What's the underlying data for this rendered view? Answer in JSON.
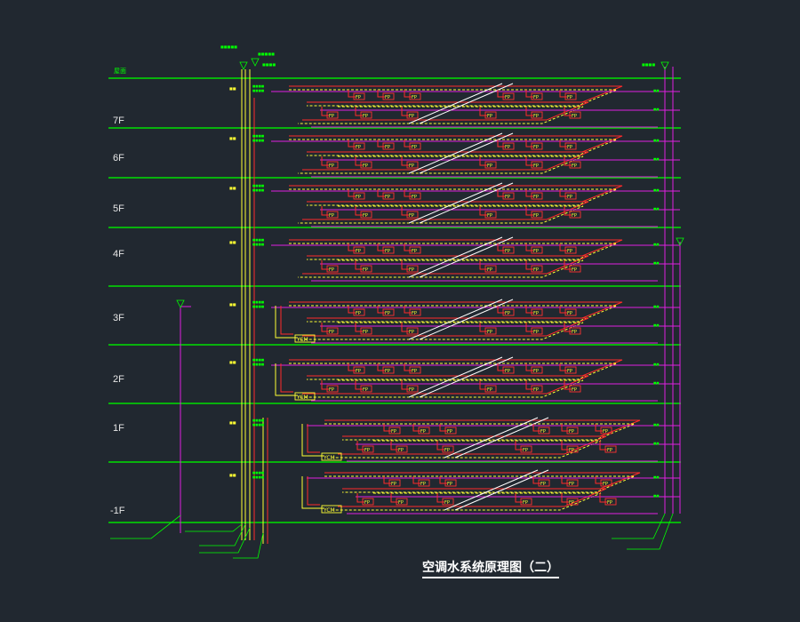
{
  "drawing": {
    "title": "空调水系统原理图（二）",
    "roof_label": "屋面",
    "floors": [
      "7F",
      "6F",
      "5F",
      "4F",
      "3F",
      "2F",
      "1F",
      "-1F"
    ],
    "unit_label": "FP",
    "ahu_label": "YCM"
  },
  "colors": {
    "background": "#212830",
    "floor_line": "#00e000",
    "supply_pipe": "#ff2a2a",
    "return_pipe": "#ffff33",
    "condensate_pipe": "#e020e0",
    "riser": "#ffff33",
    "unit_box": "#ff3030",
    "annotation": "#00ff00",
    "diagonal": "#ffffff"
  }
}
